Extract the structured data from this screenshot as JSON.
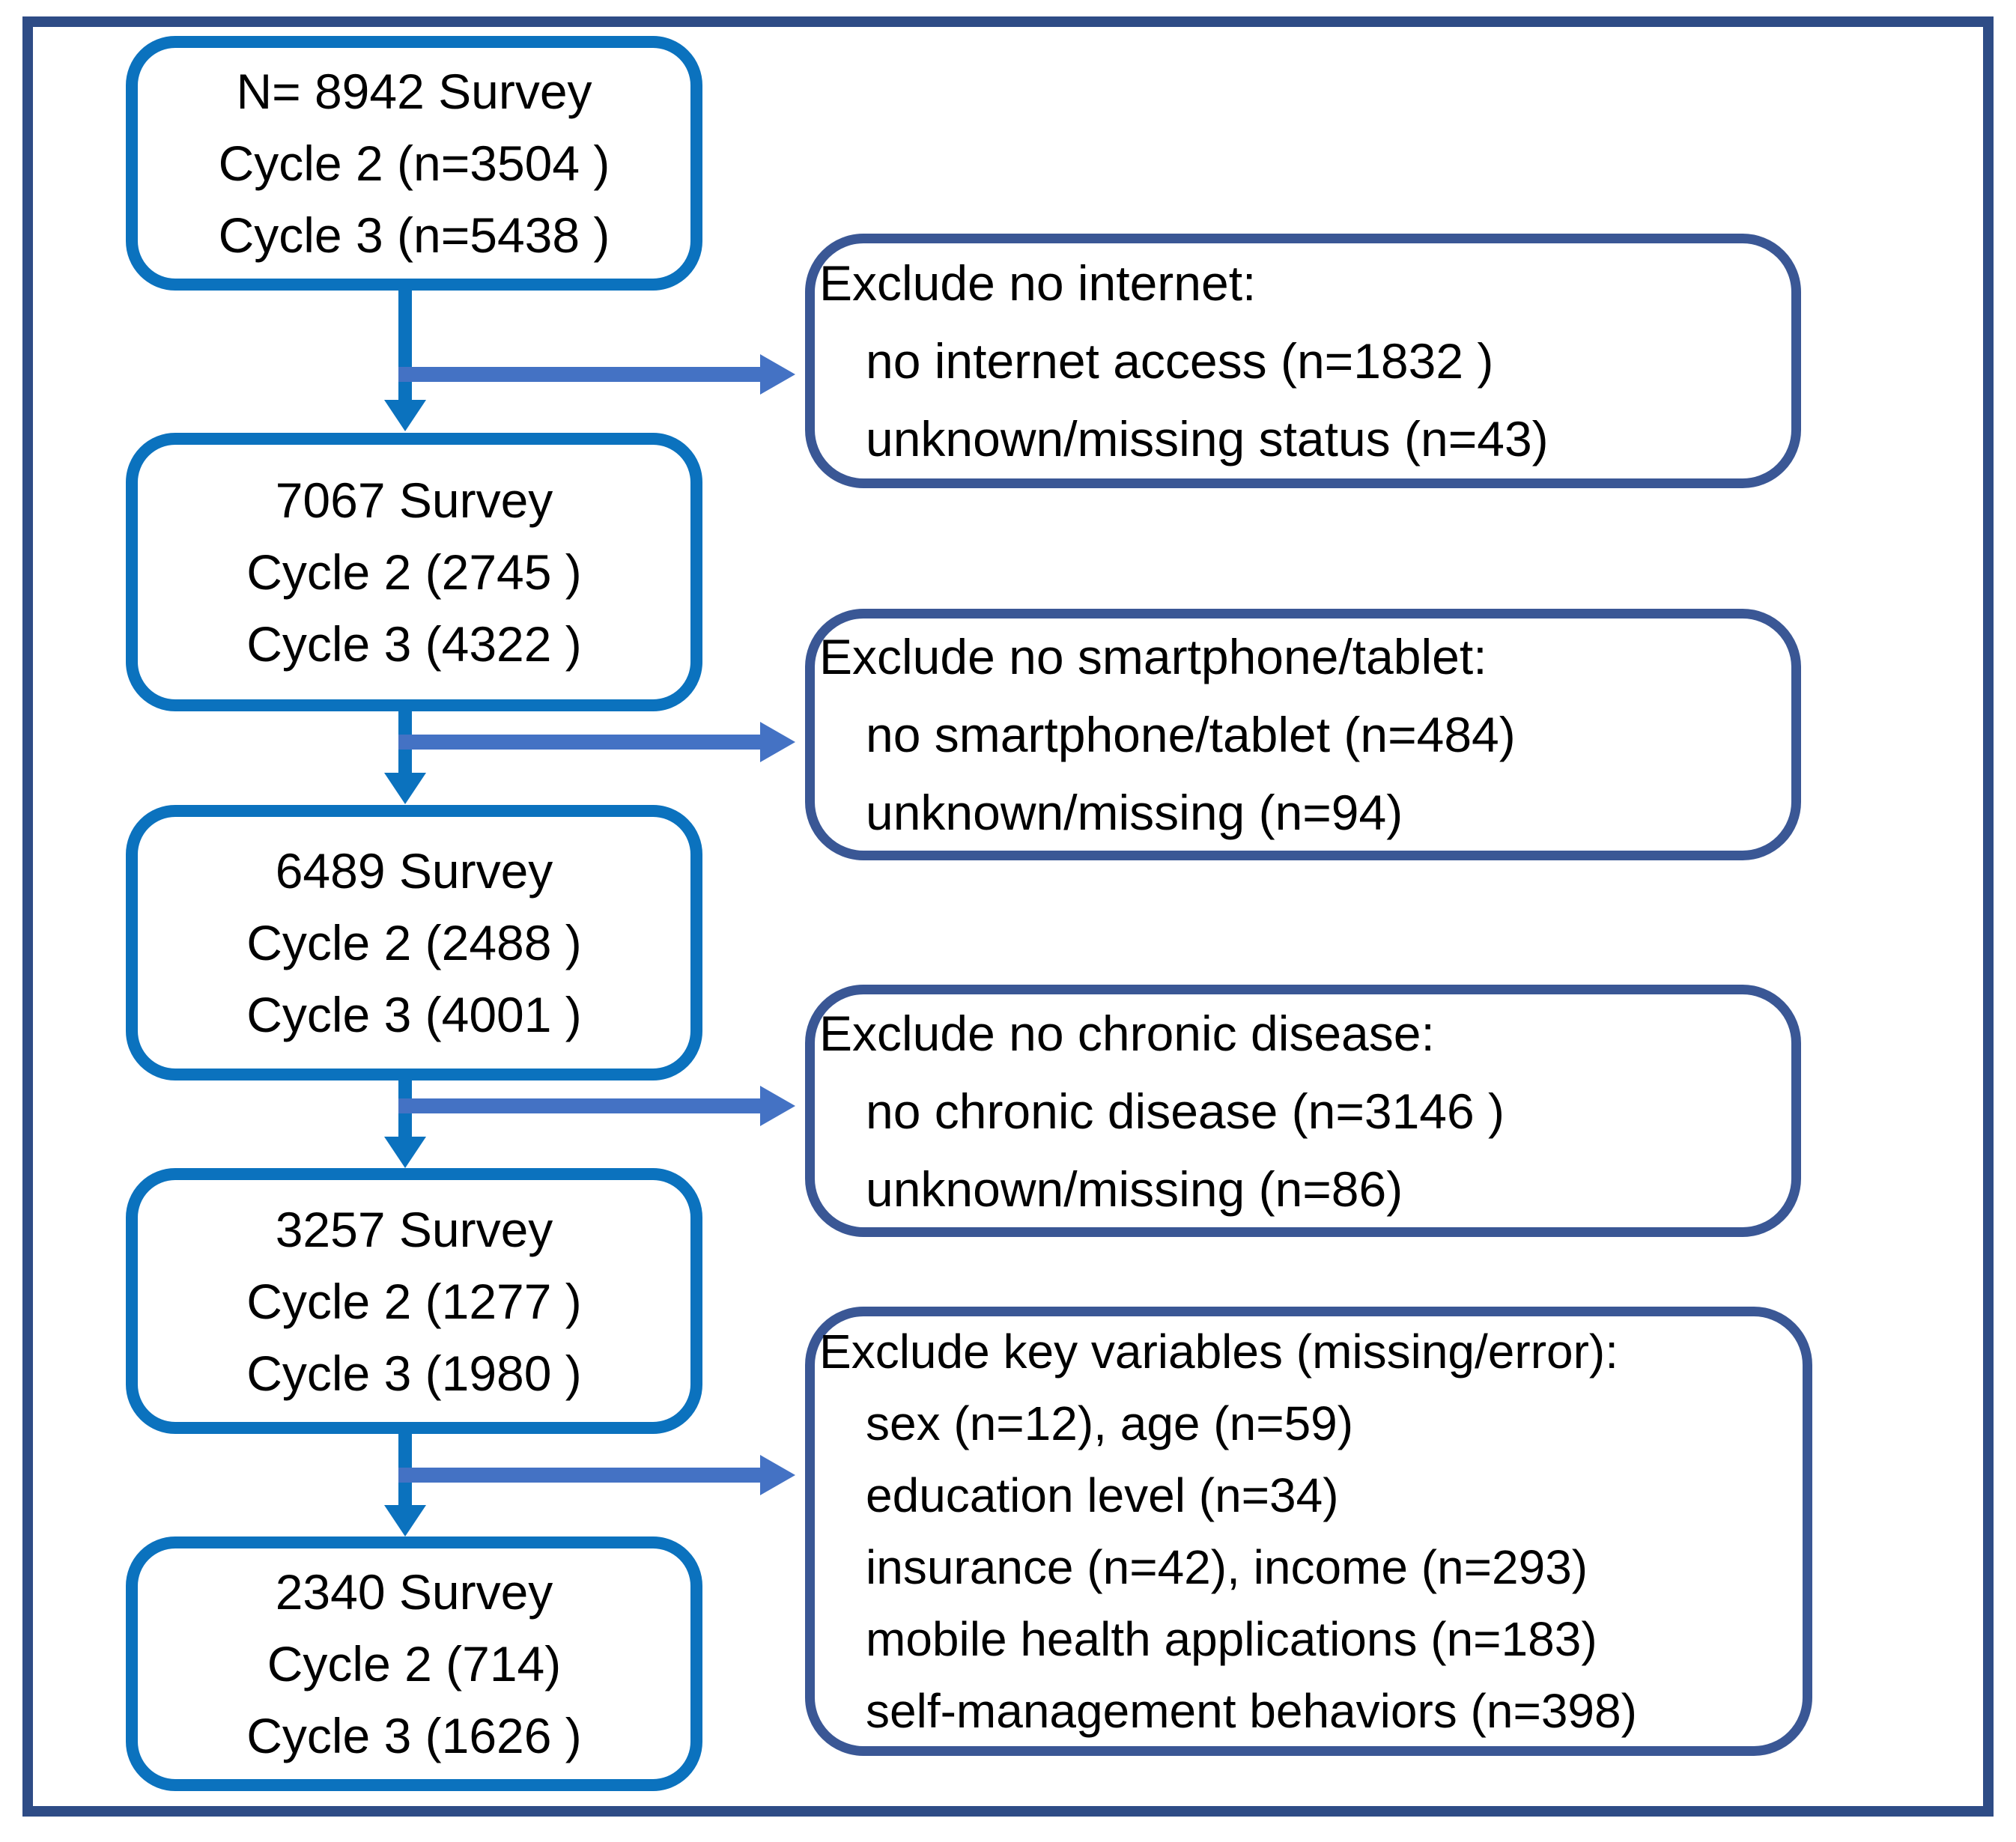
{
  "diagram": {
    "cohort_boxes": [
      {
        "lines": [
          "N= 8942 Survey",
          "Cycle 2 (n=3504 )",
          "Cycle 3 (n=5438 )"
        ]
      },
      {
        "lines": [
          "7067 Survey",
          "Cycle 2 (2745 )",
          "Cycle 3 (4322 )"
        ]
      },
      {
        "lines": [
          "6489 Survey",
          "Cycle 2 (2488 )",
          "Cycle 3 (4001 )"
        ]
      },
      {
        "lines": [
          "3257 Survey",
          "Cycle 2 (1277 )",
          "Cycle 3 (1980 )"
        ]
      },
      {
        "lines": [
          "2340 Survey",
          "Cycle 2 (714)",
          "Cycle 3 (1626 )"
        ]
      }
    ],
    "exclusion_boxes": [
      {
        "title": "Exclude no internet:",
        "items": [
          "no internet access (n=1832 )",
          "unknown/missing status (n=43)"
        ]
      },
      {
        "title": "Exclude no smartphone/tablet:",
        "items": [
          "no smartphone/tablet (n=484)",
          "unknown/missing (n=94)"
        ]
      },
      {
        "title": "Exclude no chronic disease:",
        "items": [
          "no chronic disease (n=3146 )",
          "unknown/missing (n=86)"
        ]
      },
      {
        "title": "Exclude key variables (missing/error):",
        "items": [
          "sex (n=12), age (n=59)",
          "education level (n=34)",
          "insurance (n=42), income (n=293)",
          "mobile health applications (n=183)",
          "self-management behaviors (n=398)"
        ]
      }
    ],
    "colors": {
      "cohort_box_border": "#0B72BE",
      "exclusion_box_border": "#3A5795",
      "outer_frame_border": "#2E4C86",
      "down_arrow": "#0B72BE",
      "right_arrow": "#4472C4",
      "text": "#000000",
      "background": "#FFFFFF"
    }
  }
}
